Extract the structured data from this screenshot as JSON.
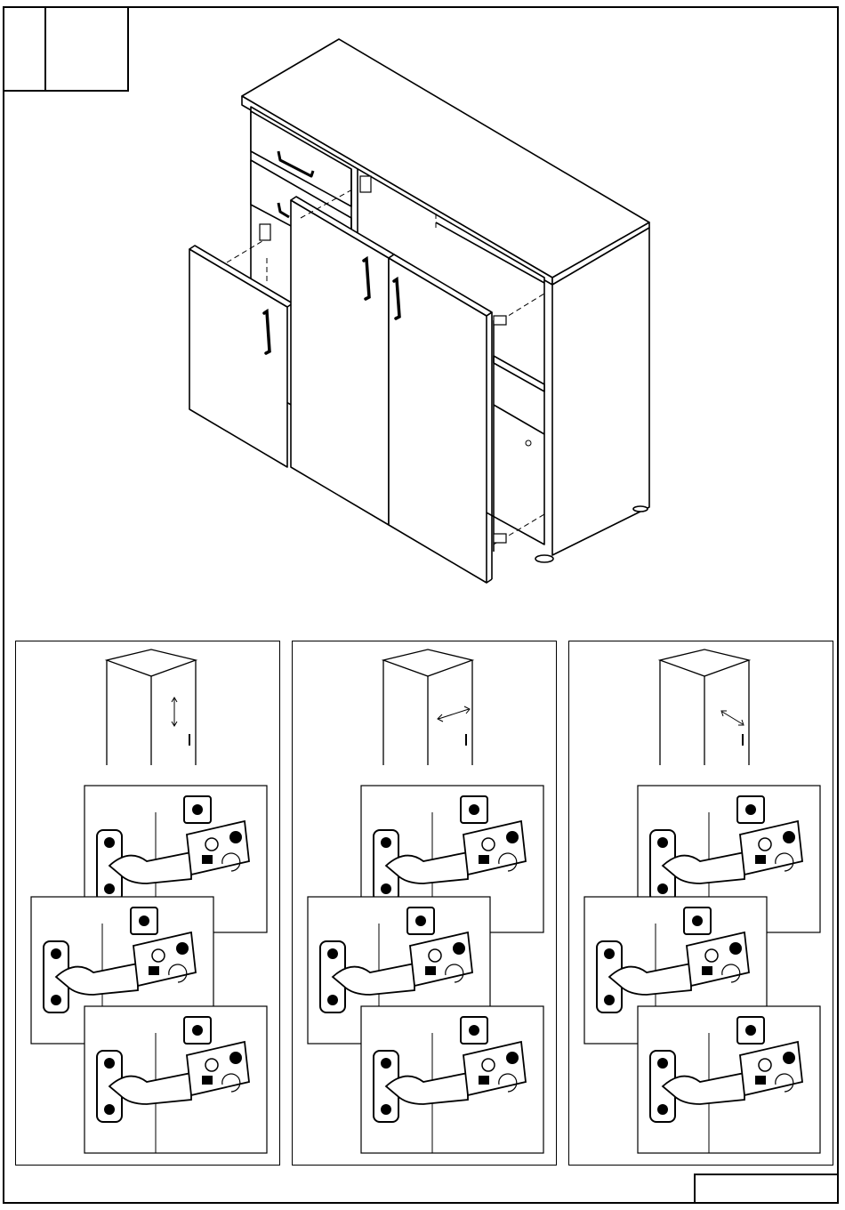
{
  "document": {
    "step_number": "",
    "page_number": "",
    "colors": {
      "line": "#000000",
      "background": "#ffffff"
    }
  },
  "cabinet": {
    "drawer_count": 2,
    "door_count": 3,
    "icon": "cabinet-assembly-illustration"
  },
  "adjustment_panels": [
    {
      "id": "vertical",
      "arrow": "vertical-arrow-icon",
      "hinge_icon": "hinge-icon"
    },
    {
      "id": "horizontal",
      "arrow": "horizontal-arrow-icon",
      "hinge_icon": "hinge-icon"
    },
    {
      "id": "depth",
      "arrow": "diagonal-arrow-icon",
      "hinge_icon": "hinge-icon"
    }
  ]
}
